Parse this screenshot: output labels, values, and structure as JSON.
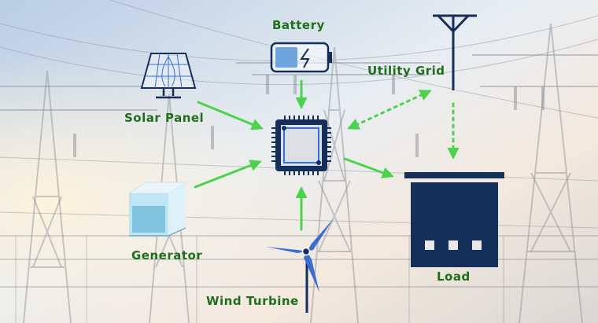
{
  "labels": {
    "battery": "Battery",
    "utility_grid": "Utility Grid",
    "solar_panel": "Solar Panel",
    "generator": "Generator",
    "load": "Load",
    "wind_turbine": "Wind Turbine"
  },
  "colors": {
    "label_text": "#1f6e1c",
    "arrow": "#4cd24c",
    "icon_navy": "#14305a",
    "icon_blue": "#3a6fd1",
    "battery_fill": "#6fa3dc"
  },
  "icons": {
    "solar": "solar-panel-icon",
    "battery": "battery-icon",
    "grid": "utility-pole-icon",
    "controller": "microchip-icon",
    "generator": "generator-icon",
    "load": "load-building-icon",
    "wind": "wind-turbine-icon"
  }
}
